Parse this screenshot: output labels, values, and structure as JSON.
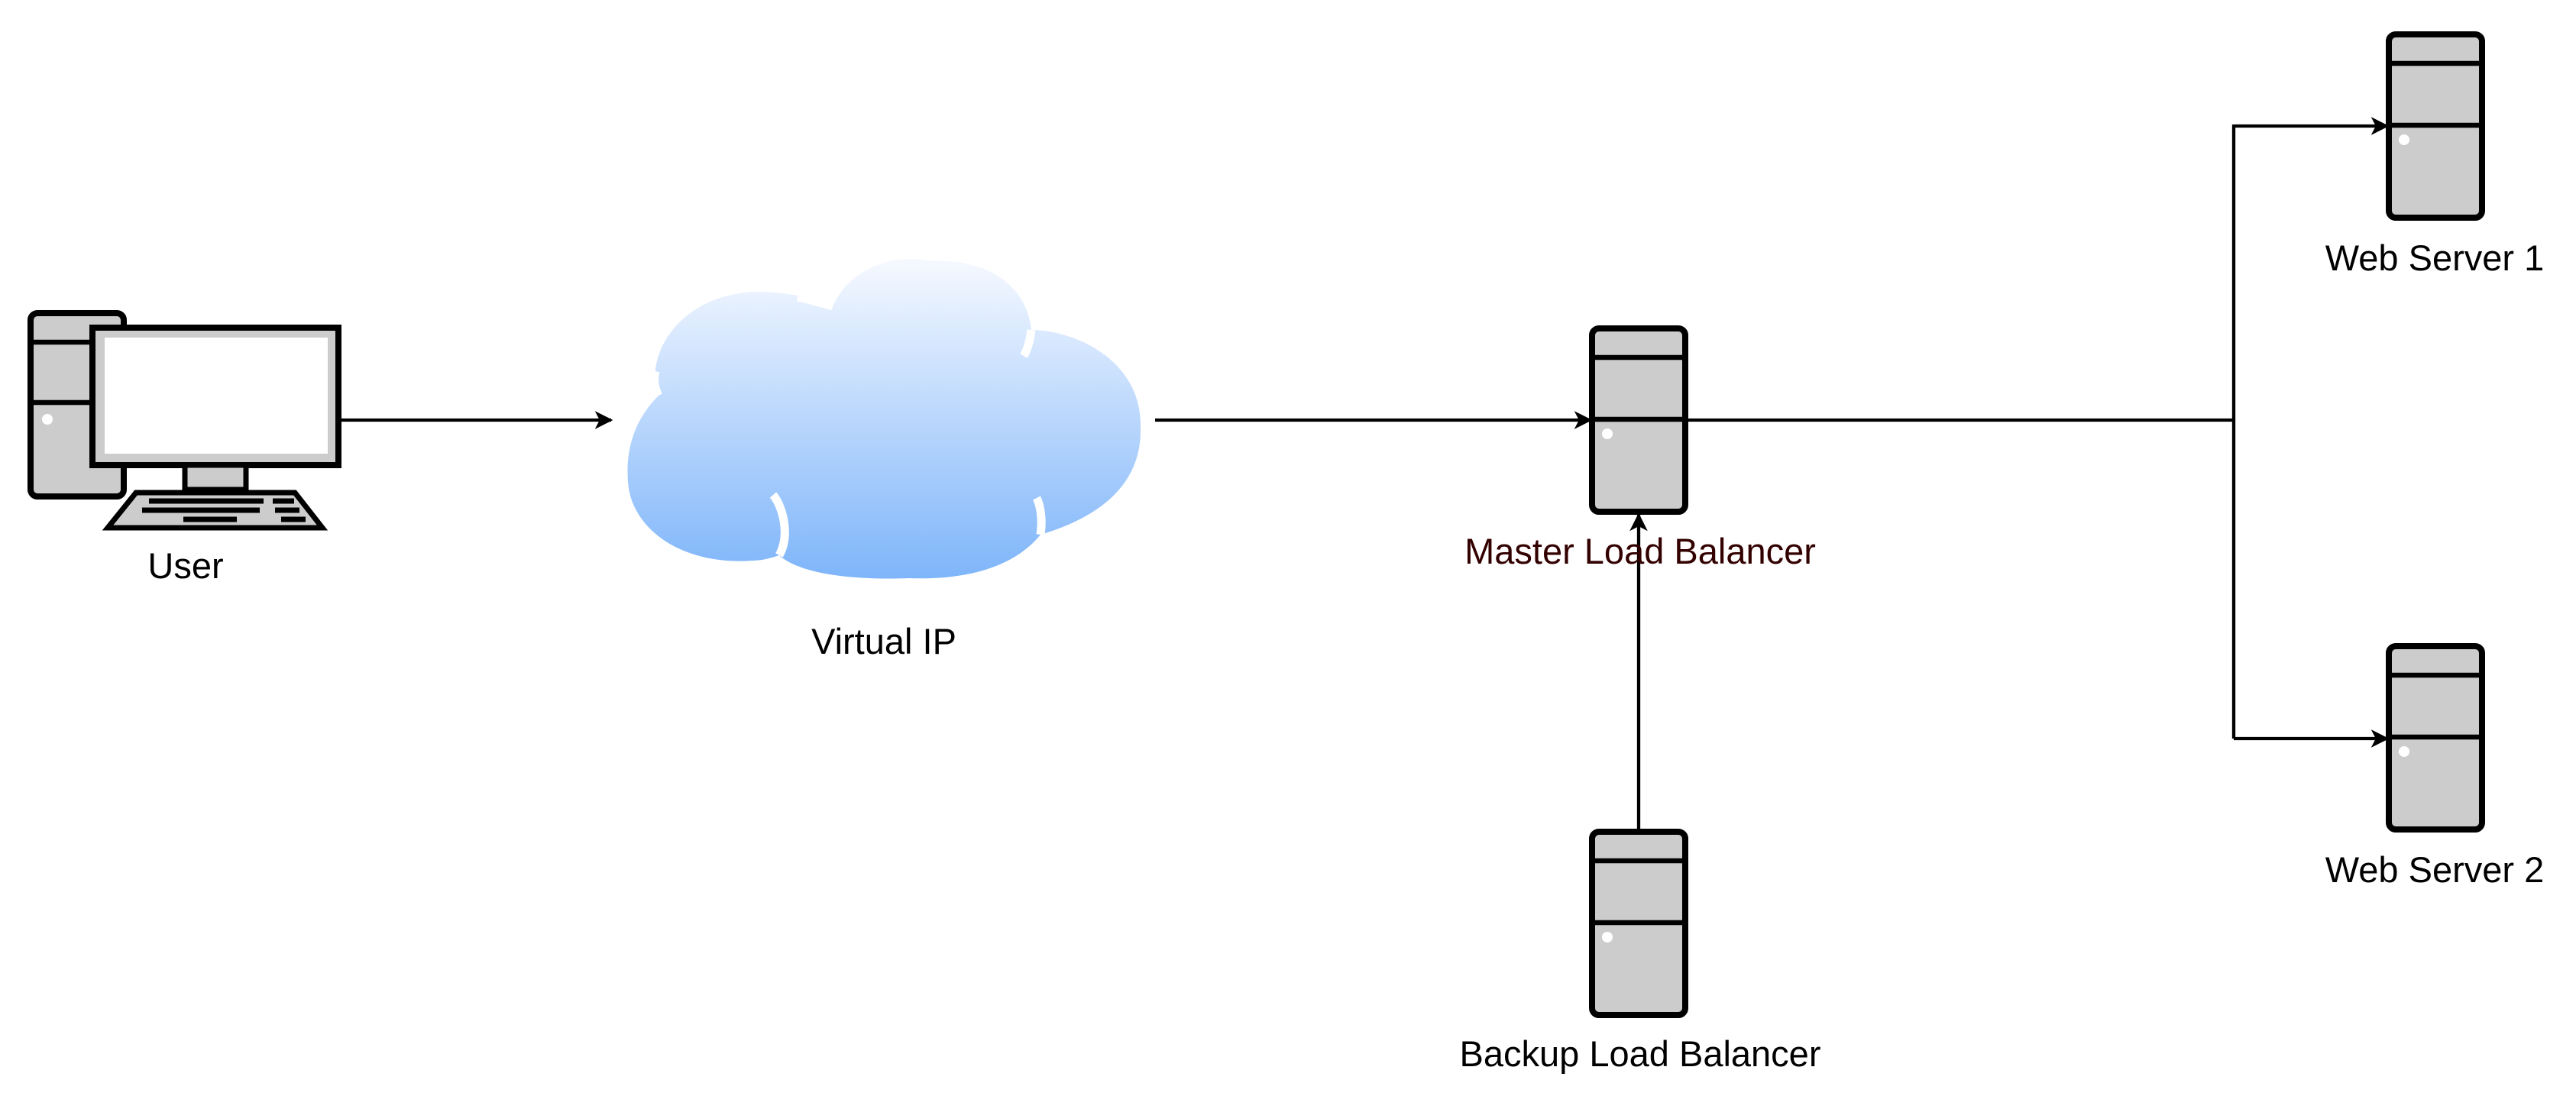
{
  "diagram": {
    "colors": {
      "stroke": "#000000",
      "device_fill": "#cccccc",
      "screen_fill": "#ffffff",
      "cloud_gradient_top": "#f6f9ff",
      "cloud_gradient_bottom": "#7eb5fa",
      "master_label_color": "#330000"
    },
    "nodes": {
      "user": {
        "label": "User",
        "icon": "desktop-computer-icon"
      },
      "virtual_ip": {
        "label": "Virtual IP",
        "icon": "cloud-icon"
      },
      "master_lb": {
        "label": "Master Load Balancer",
        "icon": "server-tower-icon"
      },
      "backup_lb": {
        "label": "Backup Load Balancer",
        "icon": "server-tower-icon"
      },
      "web1": {
        "label": "Web Server 1",
        "icon": "server-tower-icon"
      },
      "web2": {
        "label": "Web Server 2",
        "icon": "server-tower-icon"
      }
    },
    "edges": [
      {
        "from": "user",
        "to": "virtual_ip"
      },
      {
        "from": "virtual_ip",
        "to": "master_lb"
      },
      {
        "from": "backup_lb",
        "to": "master_lb"
      },
      {
        "from": "master_lb",
        "to": "web1"
      },
      {
        "from": "master_lb",
        "to": "web2"
      }
    ]
  }
}
